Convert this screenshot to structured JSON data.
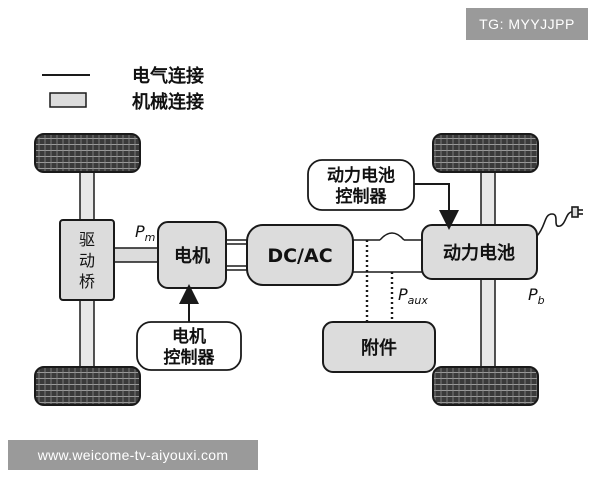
{
  "legend": {
    "electrical_label": "电气连接",
    "mechanical_label": "机械连接"
  },
  "components": {
    "drive_axle": [
      "驱",
      "动",
      "桥"
    ],
    "motor": "电机",
    "inverter": "DC/AC",
    "battery": "动力电池",
    "auxiliary": "附件",
    "motor_controller": [
      "电机",
      "控制器"
    ],
    "battery_controller": [
      "动力电池",
      "控制器"
    ]
  },
  "power_labels": {
    "mechanical_power": {
      "main": "P",
      "sub": "m"
    },
    "auxiliary_power": {
      "main": "P",
      "sub": "aux"
    },
    "battery_power": {
      "main": "P",
      "sub": "b"
    }
  },
  "watermarks": {
    "top_right": "TG: MYYJJPP",
    "bottom_left": "www.weicome-tv-aiyouxi.com"
  },
  "colors": {
    "component_fill": "#dcdcdc",
    "line": "#1a1a1a",
    "wheel": "#2a2a2a",
    "watermark_bg": "#9a9a9a"
  }
}
